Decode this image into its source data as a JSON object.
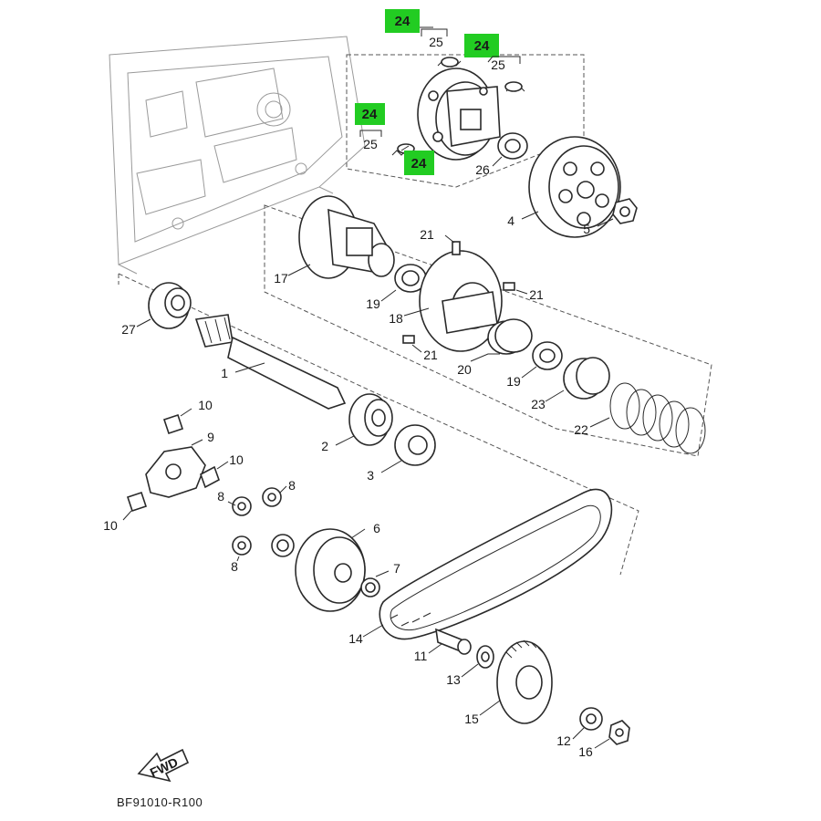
{
  "colors": {
    "highlight": "#22cc22",
    "line": "#2a2a2a",
    "background": "#ffffff"
  },
  "highlighted_labels": [
    {
      "id": "hl-a",
      "text": "24"
    },
    {
      "id": "hl-b",
      "text": "24"
    },
    {
      "id": "hl-c",
      "text": "24"
    },
    {
      "id": "hl-d",
      "text": "24"
    }
  ],
  "spring_set_labels": [
    {
      "id": "s-a",
      "text": "25"
    },
    {
      "id": "s-b",
      "text": "25"
    },
    {
      "id": "s-c",
      "text": "25"
    }
  ],
  "part_labels": [
    {
      "id": "p1",
      "text": "1"
    },
    {
      "id": "p2",
      "text": "2"
    },
    {
      "id": "p3",
      "text": "3"
    },
    {
      "id": "p4",
      "text": "4"
    },
    {
      "id": "p5",
      "text": "5"
    },
    {
      "id": "p6",
      "text": "6"
    },
    {
      "id": "p7",
      "text": "7"
    },
    {
      "id": "p8a",
      "text": "8"
    },
    {
      "id": "p8b",
      "text": "8"
    },
    {
      "id": "p8c",
      "text": "8"
    },
    {
      "id": "p9",
      "text": "9"
    },
    {
      "id": "p10a",
      "text": "10"
    },
    {
      "id": "p10b",
      "text": "10"
    },
    {
      "id": "p10c",
      "text": "10"
    },
    {
      "id": "p11",
      "text": "11"
    },
    {
      "id": "p12",
      "text": "12"
    },
    {
      "id": "p13",
      "text": "13"
    },
    {
      "id": "p14",
      "text": "14"
    },
    {
      "id": "p15",
      "text": "15"
    },
    {
      "id": "p16",
      "text": "16"
    },
    {
      "id": "p17",
      "text": "17"
    },
    {
      "id": "p18",
      "text": "18"
    },
    {
      "id": "p19a",
      "text": "19"
    },
    {
      "id": "p19b",
      "text": "19"
    },
    {
      "id": "p20",
      "text": "20"
    },
    {
      "id": "p21a",
      "text": "21"
    },
    {
      "id": "p21b",
      "text": "21"
    },
    {
      "id": "p21c",
      "text": "21"
    },
    {
      "id": "p22",
      "text": "22"
    },
    {
      "id": "p23",
      "text": "23"
    },
    {
      "id": "p26",
      "text": "26"
    },
    {
      "id": "p27",
      "text": "27"
    }
  ],
  "fwd_arrow_text": "FWD",
  "reference_code": "BF91010-R100"
}
